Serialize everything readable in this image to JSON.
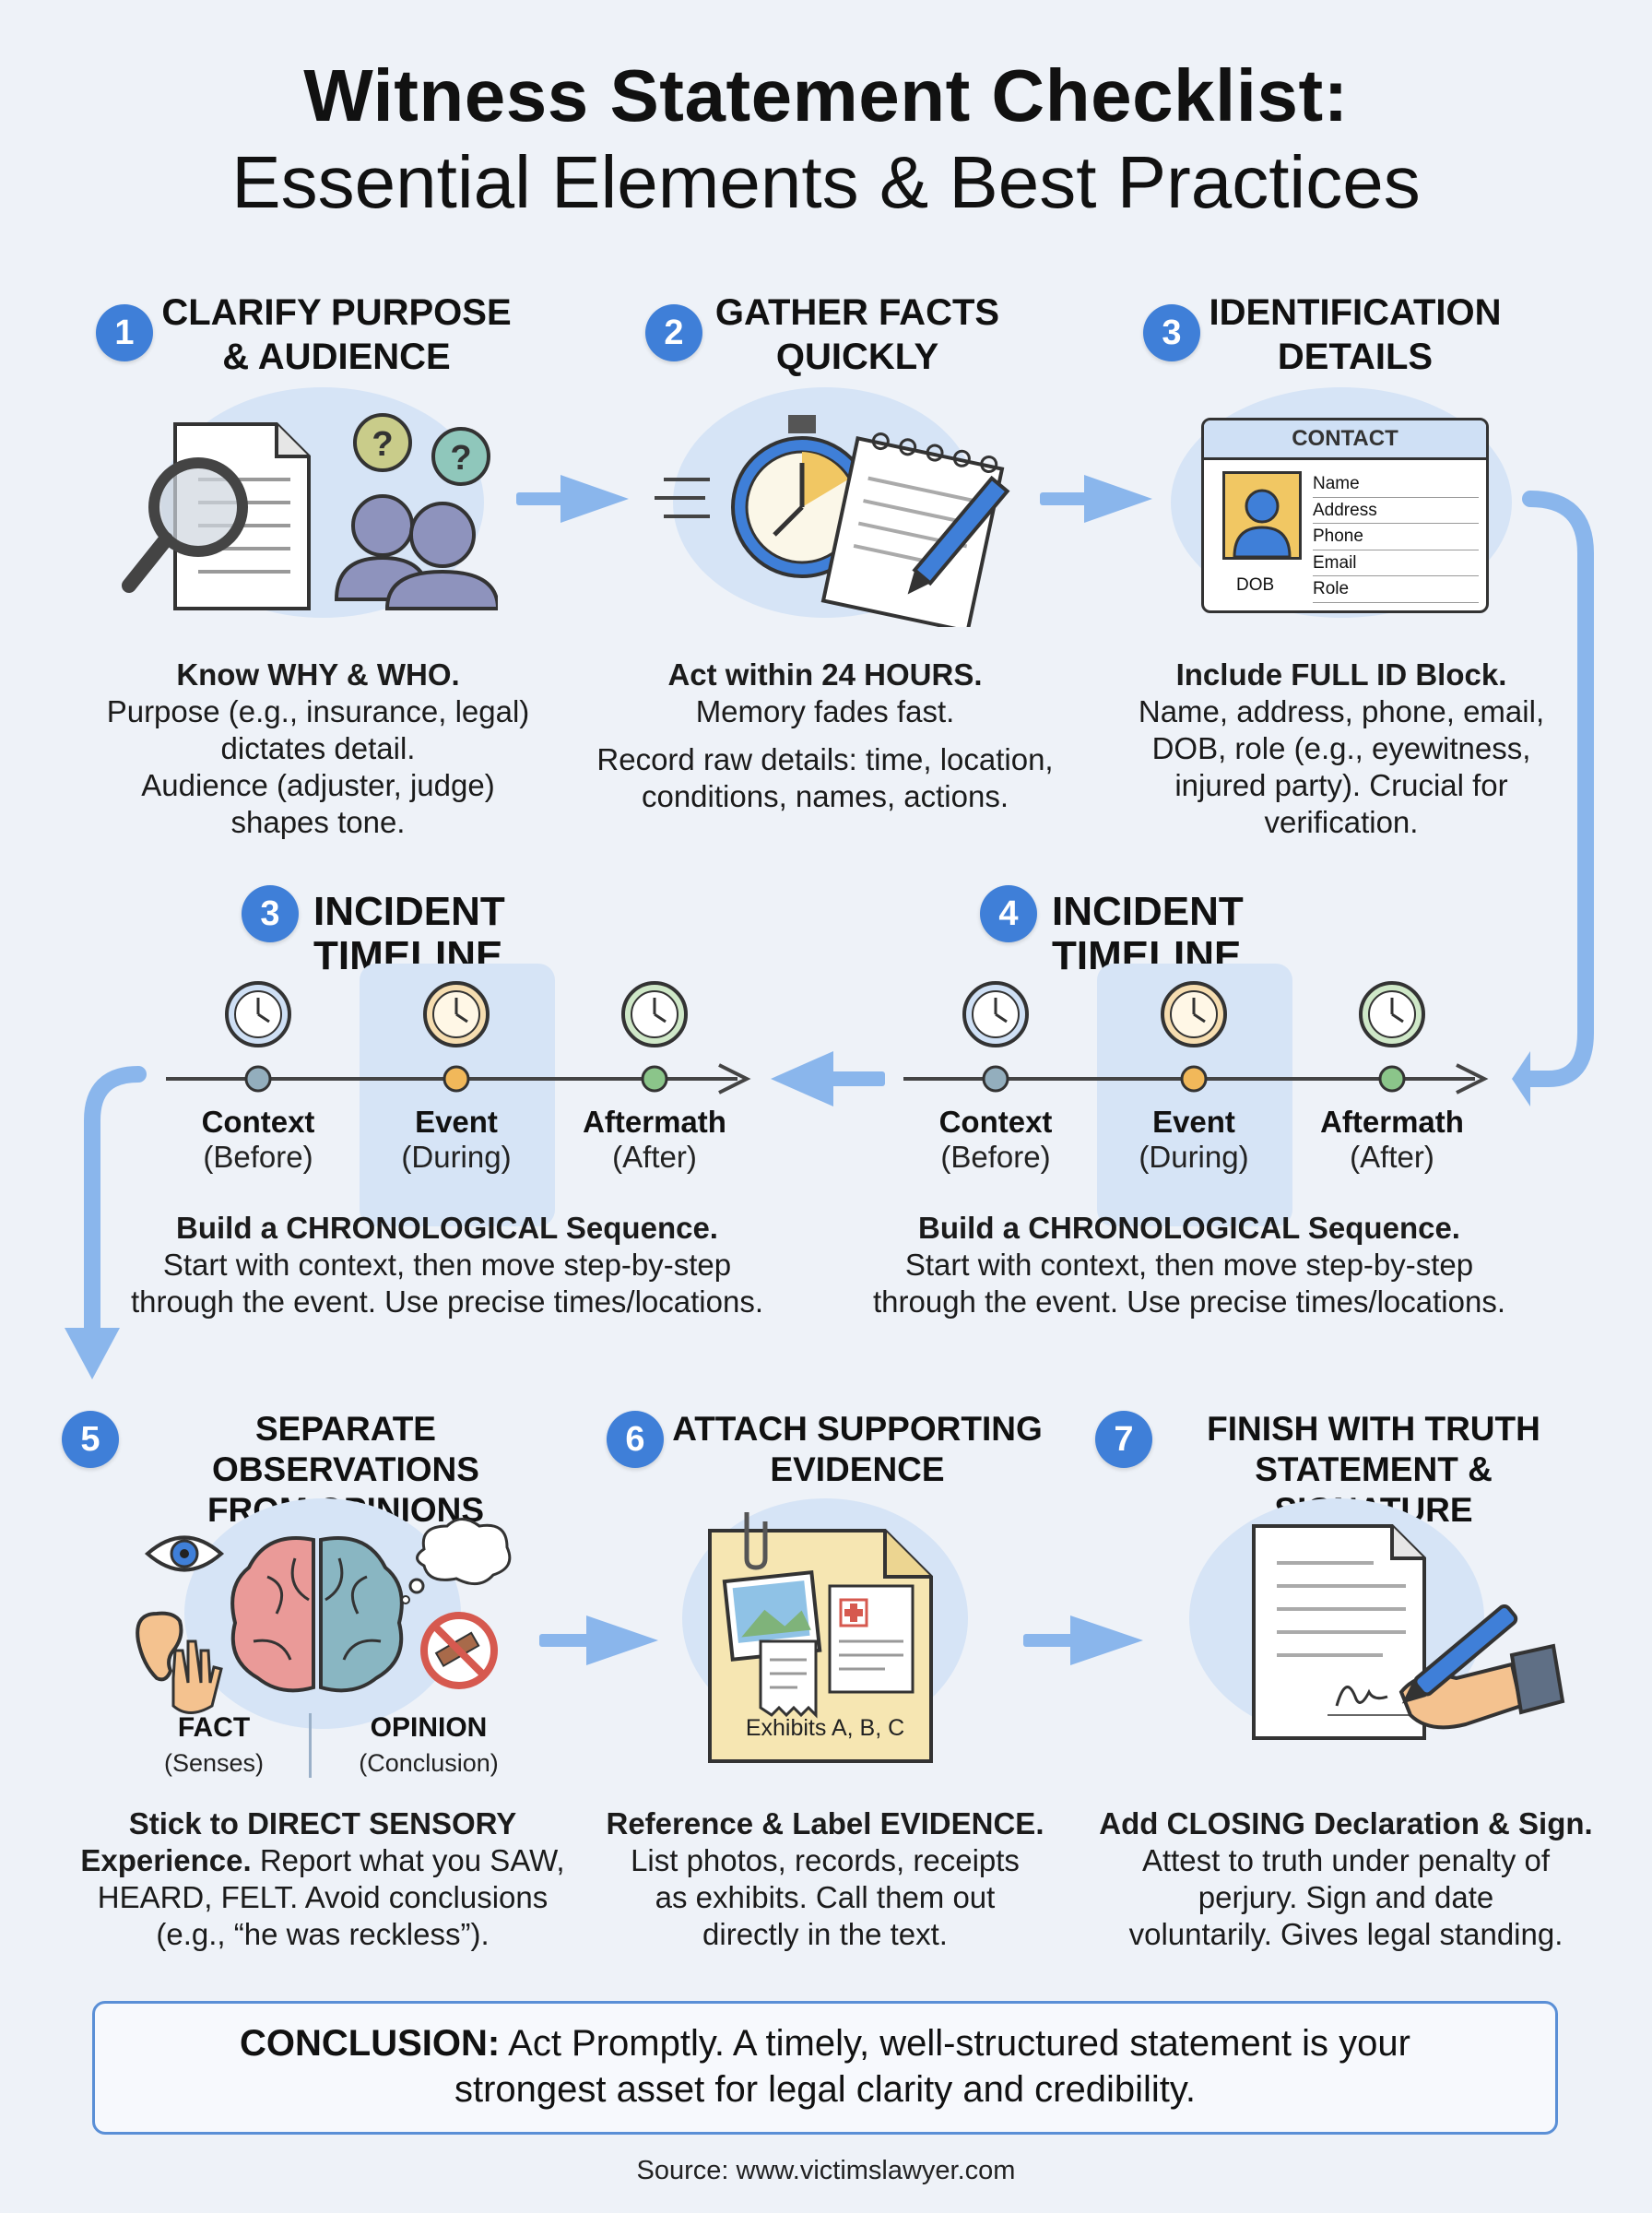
{
  "title": {
    "line1": "Witness Statement Checklist:",
    "line2": "Essential Elements & Best Practices"
  },
  "colors": {
    "accent": "#3f7fd8",
    "arrow": "#8ab6ec",
    "highlight": "#d6e4f6"
  },
  "steps": [
    {
      "number": "1",
      "title_lines": [
        "CLARIFY PURPOSE",
        "& AUDIENCE"
      ],
      "icon": "magnifier-document-people-icon",
      "lead": "Know WHY & WHO.",
      "lines": [
        "Purpose (e.g., insurance, legal)",
        "dictates detail.",
        "Audience (adjuster, judge)",
        "shapes tone."
      ]
    },
    {
      "number": "2",
      "title_lines": [
        "GATHER FACTS",
        "QUICKLY"
      ],
      "icon": "stopwatch-notepad-icon",
      "lead": "Act within 24 HOURS.",
      "lines": [
        "Memory fades fast."
      ],
      "lines2": [
        "Record raw details: time, location,",
        "conditions, names, actions."
      ]
    },
    {
      "number": "3",
      "title_lines": [
        "IDENTIFICATION",
        "DETAILS"
      ],
      "icon": "contact-card-icon",
      "card": {
        "header": "CONTACT",
        "fields": [
          "Name",
          "Address",
          "Phone",
          "Email",
          "Role"
        ],
        "photo_label": "DOB"
      },
      "lead": "Include FULL ID Block.",
      "lines": [
        "Name, address, phone, email,",
        "DOB, role (e.g., eyewitness,",
        "injured party). Crucial for",
        "verification."
      ]
    }
  ],
  "timelines": [
    {
      "number": "3",
      "title": "INCIDENT TIMELINE",
      "points": [
        {
          "label": "Context",
          "sub": "(Before)"
        },
        {
          "label": "Event",
          "sub": "(During)"
        },
        {
          "label": "Aftermath",
          "sub": "(After)"
        }
      ],
      "lead": "Build a CHRONOLOGICAL Sequence.",
      "lines": [
        "Start with context, then move step-by-step",
        "through the event. Use precise times/locations."
      ]
    },
    {
      "number": "4",
      "title": "INCIDENT TIMELINE",
      "points": [
        {
          "label": "Context",
          "sub": "(Before)"
        },
        {
          "label": "Event",
          "sub": "(During)"
        },
        {
          "label": "Aftermath",
          "sub": "(After)"
        }
      ],
      "lead": "Build a CHRONOLOGICAL Sequence.",
      "lines": [
        "Start with context, then move step-by-step",
        "through the event. Use precise times/locations."
      ]
    }
  ],
  "bottom_steps": [
    {
      "number": "5",
      "title_lines": [
        "SEPARATE OBSERVATIONS",
        "FROM OPINIONS"
      ],
      "icon": "brain-senses-icon",
      "fact_label": "FACT",
      "fact_sub": "(Senses)",
      "opinion_label": "OPINION",
      "opinion_sub": "(Conclusion)",
      "lead": "Stick to DIRECT SENSORY",
      "lead_inline": "Experience.",
      "inline_rest": " Report what you SAW,",
      "lines": [
        "HEARD, FELT. Avoid conclusions",
        "(e.g., “he was reckless”)."
      ]
    },
    {
      "number": "6",
      "title_lines": [
        "ATTACH SUPPORTING",
        "EVIDENCE"
      ],
      "icon": "evidence-folder-icon",
      "folder_label": "Exhibits A, B, C",
      "lead": "Reference & Label EVIDENCE.",
      "lines": [
        "List photos, records, receipts",
        "as exhibits. Call them out",
        "directly in the text."
      ]
    },
    {
      "number": "7",
      "title_lines": [
        "FINISH WITH TRUTH",
        "STATEMENT & SIGNATURE"
      ],
      "icon": "signed-document-pen-icon",
      "lead": "Add CLOSING Declaration & Sign.",
      "lines": [
        "Attest to truth under penalty of",
        "perjury. Sign and date",
        "voluntarily. Gives legal standing."
      ]
    }
  ],
  "conclusion": {
    "label": "CONCLUSION:",
    "text1": " Act Promptly. A timely, well-structured statement is your",
    "text2": "strongest asset for legal clarity and credibility."
  },
  "source": "Source: www.victimslawyer.com"
}
